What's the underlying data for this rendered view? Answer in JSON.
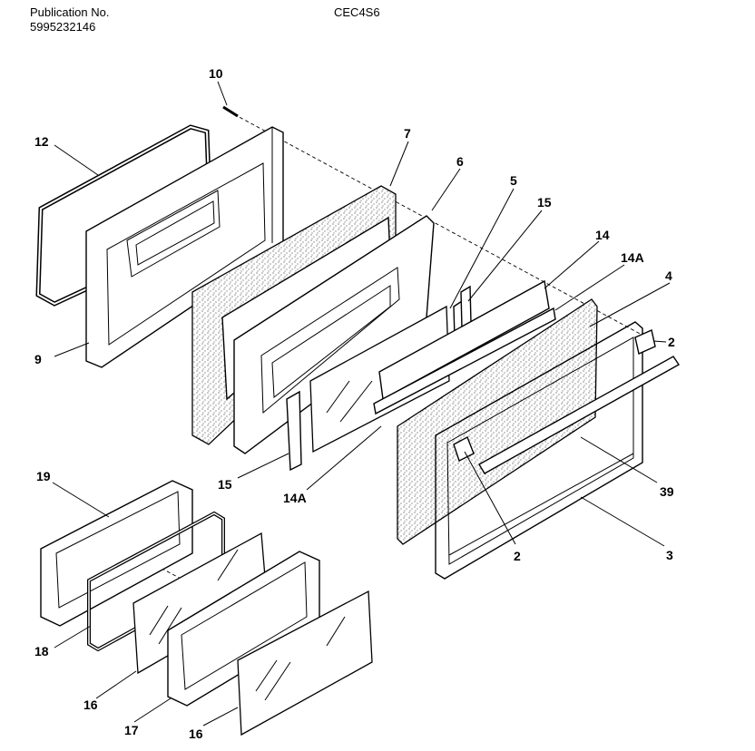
{
  "header": {
    "publication_label": "Publication No.",
    "publication_number": "5995232146",
    "model": "CEC4S6"
  },
  "callouts": {
    "c10": "10",
    "c12": "12",
    "c7": "7",
    "c6": "6",
    "c5": "5",
    "c15a": "15",
    "c14": "14",
    "c14Aa": "14A",
    "c4": "4",
    "c2a": "2",
    "c9": "9",
    "c15b": "15",
    "c14Ab": "14A",
    "c39": "39",
    "c2b": "2",
    "c3": "3",
    "c19": "19",
    "c18": "18",
    "c16a": "16",
    "c17": "17",
    "c16b": "16"
  }
}
